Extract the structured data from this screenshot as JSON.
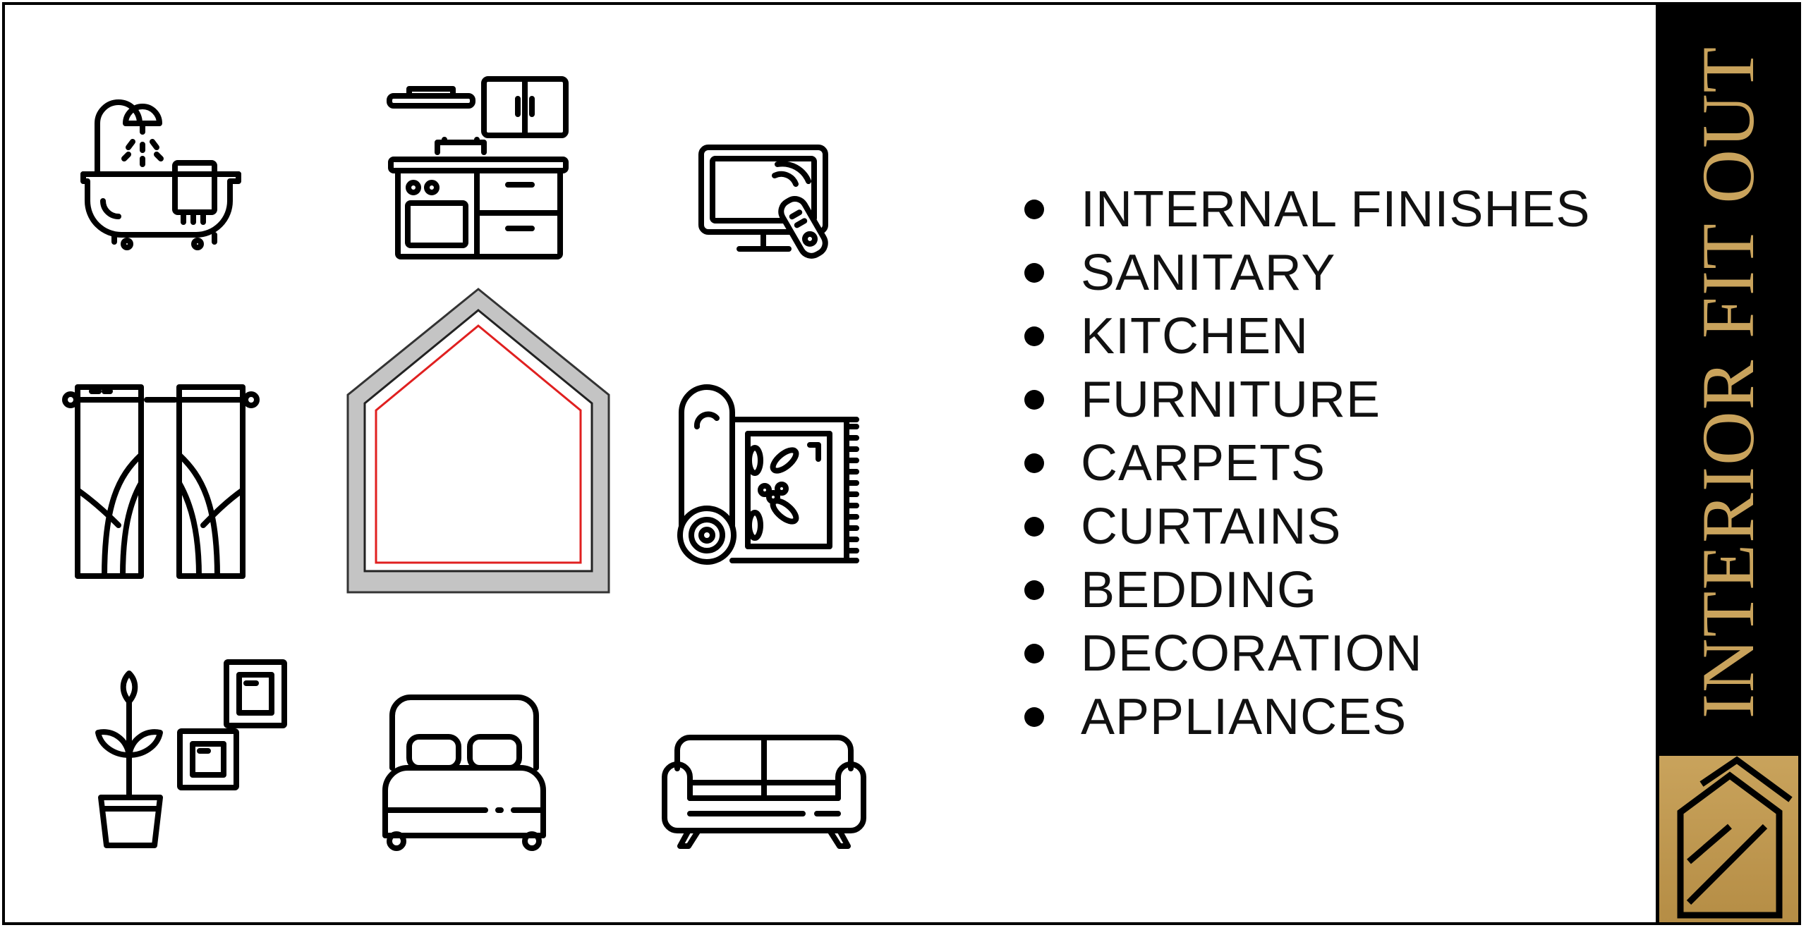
{
  "list": {
    "items": [
      "INTERNAL FINISHES",
      "SANITARY",
      "KITCHEN",
      "FURNITURE",
      "CARPETS",
      "CURTAINS",
      "BEDDING",
      "DECORATION",
      "APPLIANCES"
    ]
  },
  "sidebar": {
    "title": "INTERIOR FIT OUT"
  },
  "icons": [
    "bathtub-icon",
    "kitchen-icon",
    "tv-icon",
    "curtains-icon",
    "rug-icon",
    "decor-icon",
    "bed-icon",
    "sofa-icon",
    "house-logo-icon"
  ],
  "colors": {
    "accent_gold": "#c9a35c",
    "sidebar_bg": "#000000",
    "house_outline": "#bdbdbd",
    "house_inner_line": "#e02020"
  }
}
